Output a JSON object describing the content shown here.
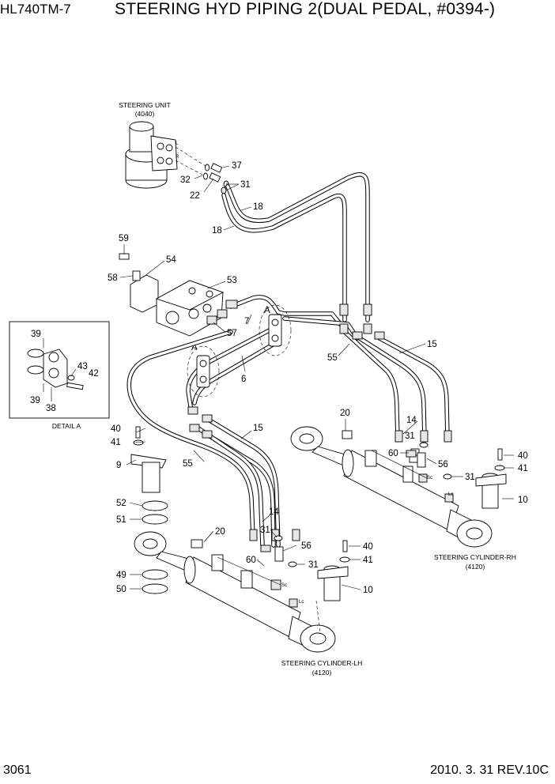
{
  "header": {
    "model": "HL740TM-7",
    "title": "STEERING HYD PIPING 2(DUAL PEDAL, #0394-)"
  },
  "footer": {
    "page": "3061",
    "date_rev": "2010. 3. 31  REV.10C"
  },
  "captions": {
    "steering_unit": "STEERING UNIT",
    "steering_unit_code": "(4040)",
    "detail_a": "DETAIL A",
    "cyl_rh": "STEERING CYLINDER-RH",
    "cyl_rh_code": "(4120)",
    "cyl_lh": "STEERING CYLINDER-LH",
    "cyl_lh_code": "(4120)"
  },
  "port_marks": {
    "l": "L",
    "r": "R",
    "a": "A",
    "sc": "Sc",
    "lc": "Lc"
  },
  "callouts": {
    "n37": "37",
    "n32": "32",
    "n22": "22",
    "n31a": "31",
    "n18a": "18",
    "n18b": "18",
    "n59": "59",
    "n54": "54",
    "n58": "58",
    "n53": "53",
    "n57": "57",
    "n7": "7",
    "n6": "6",
    "n15a": "15",
    "n55a": "55",
    "n39a": "39",
    "n43": "43",
    "n42": "42",
    "n39b": "39",
    "n38": "38",
    "n20a": "20",
    "n14a": "14",
    "n31b": "31",
    "n60a": "60",
    "n56a": "56",
    "n31c": "31",
    "n40a": "40",
    "n41a": "41",
    "n10a": "10",
    "n40b": "40",
    "n41b": "41",
    "n9": "9",
    "n55b": "55",
    "n15b": "15",
    "n52": "52",
    "n51": "51",
    "n14b": "14",
    "n31d": "31",
    "n20b": "20",
    "n56b": "56",
    "n40c": "40",
    "n41c": "41",
    "n60b": "60",
    "n31e": "31",
    "n49": "49",
    "n50": "50",
    "n10b": "10"
  }
}
